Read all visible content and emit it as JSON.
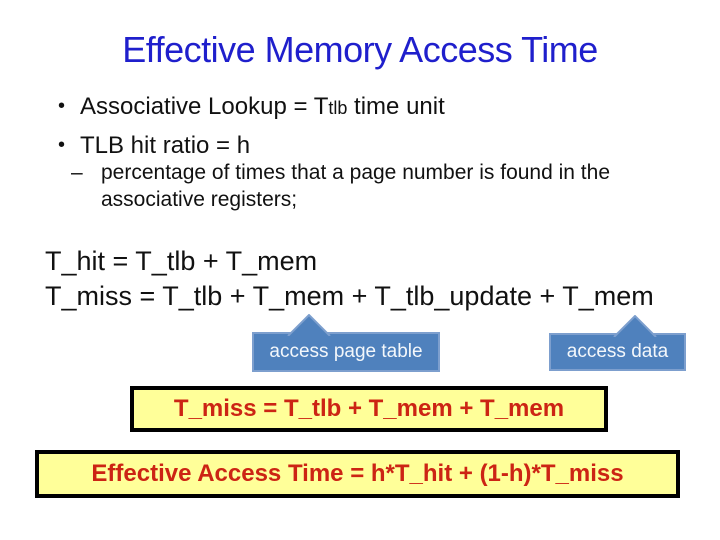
{
  "colors": {
    "title-color": "#1f1fcc",
    "body-color": "#111111",
    "callout-fill": "#4f81bd",
    "callout-border": "#7d9fce",
    "callout-text": "#f3f7fb",
    "highlight-fill": "#ffff99",
    "highlight-border": "#000000",
    "highlight-text": "#cc2414"
  },
  "slide": {
    "title": "Effective Memory Access Time",
    "bullets": {
      "marker": "•",
      "b1_pre": "Associative Lookup = T",
      "b1_small": "tlb",
      "b1_post": " time unit",
      "b2": "TLB hit ratio = h",
      "sub_marker": "–",
      "sub_text": "percentage of times that a page number is found in the associative registers;"
    },
    "equations": {
      "hit": "T_hit = T_tlb + T_mem",
      "miss": "T_miss = T_tlb + T_mem + T_tlb_update + T_mem"
    },
    "callouts": {
      "page_table": "access page table",
      "data": "access data"
    },
    "boxes": {
      "t_miss": "T_miss = T_tlb + T_mem + T_mem",
      "eat": "Effective Access Time = h*T_hit + (1-h)*T_miss"
    }
  }
}
